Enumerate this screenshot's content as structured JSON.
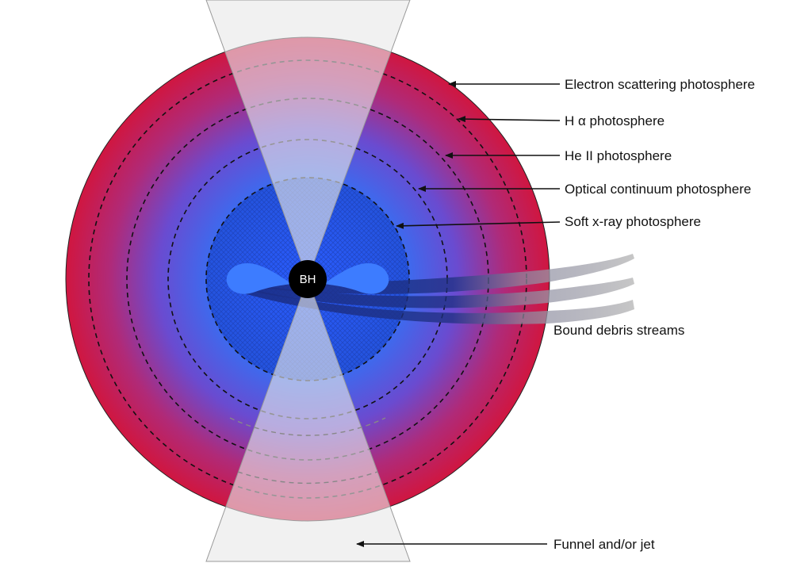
{
  "labels": {
    "electron_scattering": "Electron scattering photosphere",
    "h_alpha": "H α photosphere",
    "he_ii": "He II photosphere",
    "optical_continuum": "Optical continuum photosphere",
    "soft_xray": "Soft x-ray photosphere",
    "bound_debris": "Bound debris streams",
    "funnel_jet": "Funnel and/or jet",
    "black_hole": "BH"
  },
  "colors": {
    "outer_red": "#cf1840",
    "inner_blue": "#3a6cf0",
    "core_blue": "#2455e0",
    "funnel_gray": "#d8d8d8",
    "stream_gray": "#b8b8b8",
    "black_hole": "#000000"
  }
}
